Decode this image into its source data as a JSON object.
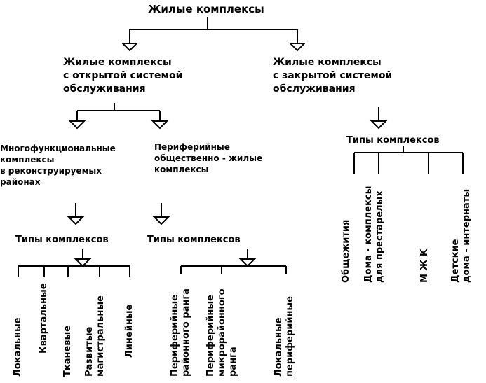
{
  "root": "Жилые комплексы",
  "open_system": "Жилые комплексы\nс открытой системой\nобслуживания",
  "closed_system": "Жилые комплексы\nс закрытой системой\nобслуживания",
  "multifunctional": "Многофункциональные\nкомплексы\nв реконструируемых\nрайонах",
  "peripheral": "Периферийные\nобщественно - жилые\nкомплексы",
  "types_left": "Типы комплексов",
  "types_middle": "Типы комплексов",
  "types_right": "Типы комплексов",
  "left_leaves": [
    "Локальные",
    "Квартальные",
    "Тканевые",
    "Развитые\nмагистральные",
    "Линейные"
  ],
  "middle_leaves": [
    "Периферийные\nрайонного ранга",
    "Периферийные\nмикрорайонного\nранга",
    "Локальные\nпериферийные"
  ],
  "right_leaves": [
    "Общежития",
    "Дома - комплексы\nдля престарелых",
    "М Ж К",
    "Детские\nдома - интернаты"
  ],
  "colors": {
    "ink": "#000000",
    "background": "#ffffff"
  }
}
